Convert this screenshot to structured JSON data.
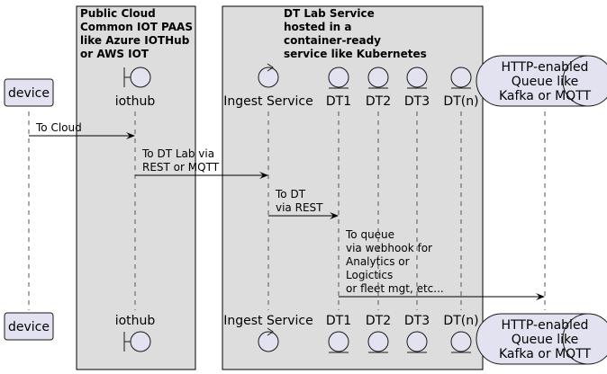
{
  "boxes": [
    {
      "id": "public-cloud",
      "title_lines": [
        "Public Cloud",
        "Common IOT PAAS",
        "like Azure IOTHub",
        "or AWS IOT"
      ]
    },
    {
      "id": "dt-lab",
      "title_lines": [
        "DT Lab Service",
        "hosted in a",
        "container-ready",
        "service like Kubernetes"
      ]
    }
  ],
  "participants": [
    {
      "id": "device",
      "kind": "participant",
      "label_lines": [
        "device"
      ]
    },
    {
      "id": "iothub",
      "kind": "boundary",
      "label_lines": [
        "iothub"
      ]
    },
    {
      "id": "ingest",
      "kind": "control",
      "label_lines": [
        "Ingest Service"
      ]
    },
    {
      "id": "dt1",
      "kind": "entity",
      "label_lines": [
        "DT1"
      ]
    },
    {
      "id": "dt2",
      "kind": "entity",
      "label_lines": [
        "DT2"
      ]
    },
    {
      "id": "dt3",
      "kind": "entity",
      "label_lines": [
        "DT3"
      ]
    },
    {
      "id": "dtn",
      "kind": "entity",
      "label_lines": [
        "DT(n)"
      ]
    },
    {
      "id": "queue",
      "kind": "queue",
      "label_lines": [
        "HTTP-enabled",
        "Queue like",
        "Kafka or MQTT"
      ]
    }
  ],
  "messages": [
    {
      "from": "device",
      "to": "iothub",
      "text_lines": [
        "To Cloud"
      ]
    },
    {
      "from": "iothub",
      "to": "ingest",
      "text_lines": [
        "To DT Lab via",
        "REST or MQTT"
      ]
    },
    {
      "from": "ingest",
      "to": "dt1",
      "text_lines": [
        "To DT",
        "via REST"
      ]
    },
    {
      "from": "dt1",
      "to": "queue",
      "text_lines": [
        "To queue",
        "via webhook for",
        "Analytics or",
        "Logictics",
        "or fleet mgt, etc..."
      ]
    }
  ]
}
